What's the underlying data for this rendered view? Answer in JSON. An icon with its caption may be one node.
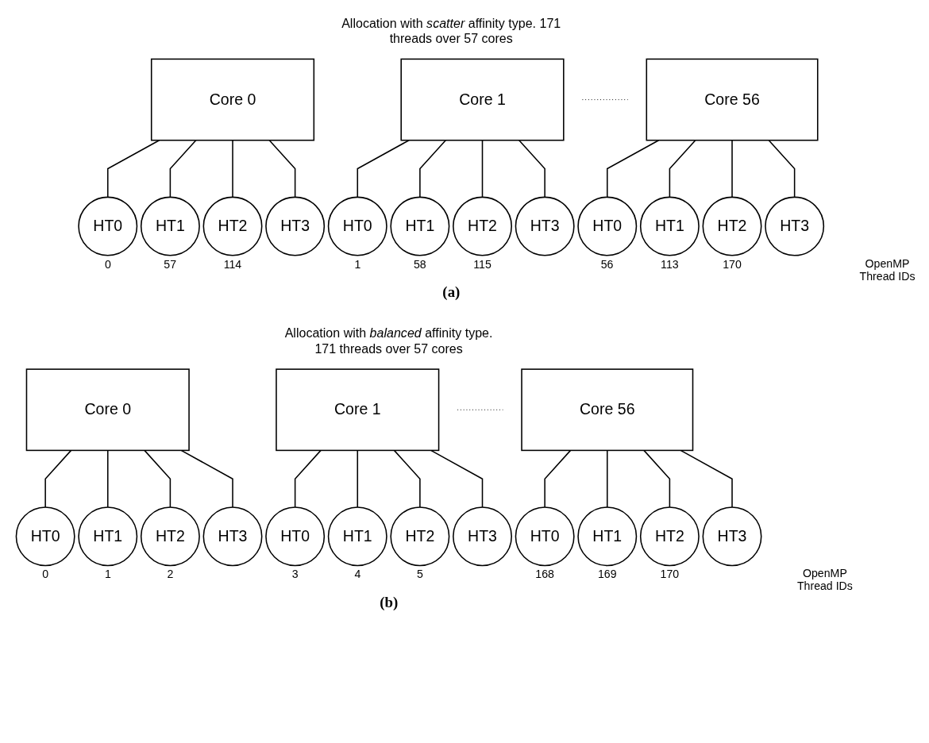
{
  "diagram": {
    "nodes": [
      {
        "text": [
          "Core 0"
        ]
      },
      {
        "text": [
          "HT0"
        ],
        "beside": [
          "0"
        ]
      },
      {
        "text": [
          "HT1"
        ],
        "beside": [
          "57"
        ]
      },
      {
        "text": [
          "HT2"
        ],
        "beside": [
          "114"
        ]
      },
      {
        "text": [
          "HT3"
        ]
      },
      {
        "text": [
          "Core 1"
        ]
      },
      {
        "text": [
          "HT0"
        ],
        "beside": [
          "1"
        ]
      },
      {
        "text": [
          "HT1"
        ],
        "beside": [
          "58"
        ]
      },
      {
        "text": [
          "HT2"
        ],
        "beside": [
          "115"
        ]
      },
      {
        "text": [
          "HT3"
        ]
      },
      {
        "text": [
          "Core 56"
        ]
      },
      {
        "text": [
          "HT0"
        ],
        "beside": [
          "56"
        ]
      },
      {
        "text": [
          "HT1"
        ],
        "beside": [
          "113"
        ]
      },
      {
        "text": [
          "HT2"
        ],
        "beside": [
          "170"
        ]
      },
      {
        "text": [
          "HT3"
        ]
      },
      {
        "text": [
          "Core 0"
        ]
      },
      {
        "text": [
          "HT0"
        ],
        "beside": [
          "0"
        ]
      },
      {
        "text": [
          "HT1"
        ],
        "beside": [
          "1"
        ]
      },
      {
        "text": [
          "HT2"
        ],
        "beside": [
          "2"
        ]
      },
      {
        "text": [
          "HT3"
        ]
      },
      {
        "text": [
          "Core 1"
        ]
      },
      {
        "text": [
          "HT0"
        ],
        "beside": [
          "3"
        ]
      },
      {
        "text": [
          "HT1"
        ],
        "beside": [
          "4"
        ]
      },
      {
        "text": [
          "HT2"
        ],
        "beside": [
          "5"
        ]
      },
      {
        "text": [
          "HT3"
        ]
      },
      {
        "text": [
          "Core 56"
        ]
      },
      {
        "text": [
          "HT0"
        ],
        "beside": [
          "168"
        ]
      },
      {
        "text": [
          "HT1"
        ],
        "beside": [
          "169"
        ]
      },
      {
        "text": [
          "HT2"
        ],
        "beside": [
          "170"
        ]
      },
      {
        "text": [
          "HT3"
        ]
      }
    ],
    "edges": [
      {
        "from": 0,
        "to": 1,
        "arrow": "none"
      },
      {
        "from": 0,
        "to": 2,
        "arrow": "none"
      },
      {
        "from": 0,
        "to": 3,
        "arrow": "none"
      },
      {
        "from": 0,
        "to": 4,
        "arrow": "none"
      },
      {
        "from": 5,
        "to": 6,
        "arrow": "none"
      },
      {
        "from": 5,
        "to": 7,
        "arrow": "none"
      },
      {
        "from": 5,
        "to": 8,
        "arrow": "none"
      },
      {
        "from": 5,
        "to": 9,
        "arrow": "none"
      },
      {
        "from": 10,
        "to": 11,
        "arrow": "none"
      },
      {
        "from": 10,
        "to": 12,
        "arrow": "none"
      },
      {
        "from": 10,
        "to": 13,
        "arrow": "none"
      },
      {
        "from": 10,
        "to": 14,
        "arrow": "none"
      },
      {
        "from": 15,
        "to": 16,
        "arrow": "none"
      },
      {
        "from": 15,
        "to": 17,
        "arrow": "none"
      },
      {
        "from": 15,
        "to": 18,
        "arrow": "none"
      },
      {
        "from": 15,
        "to": 19,
        "arrow": "none"
      },
      {
        "from": 20,
        "to": 21,
        "arrow": "none"
      },
      {
        "from": 20,
        "to": 22,
        "arrow": "none"
      },
      {
        "from": 20,
        "to": 23,
        "arrow": "none"
      },
      {
        "from": 20,
        "to": 24,
        "arrow": "none"
      },
      {
        "from": 25,
        "to": 26,
        "arrow": "none"
      },
      {
        "from": 25,
        "to": 27,
        "arrow": "none"
      },
      {
        "from": 25,
        "to": 28,
        "arrow": "none"
      },
      {
        "from": 25,
        "to": 29,
        "arrow": "none"
      }
    ],
    "labels": [
      "Allocation with *scatter* affinity type. 171 threads over 57 cores",
      "OpenMP Thread IDs",
      "(a)",
      "Allocation with *balanced* affinity type. 171 threads over 57 cores",
      "OpenMP Thread IDs",
      "(b)"
    ]
  }
}
